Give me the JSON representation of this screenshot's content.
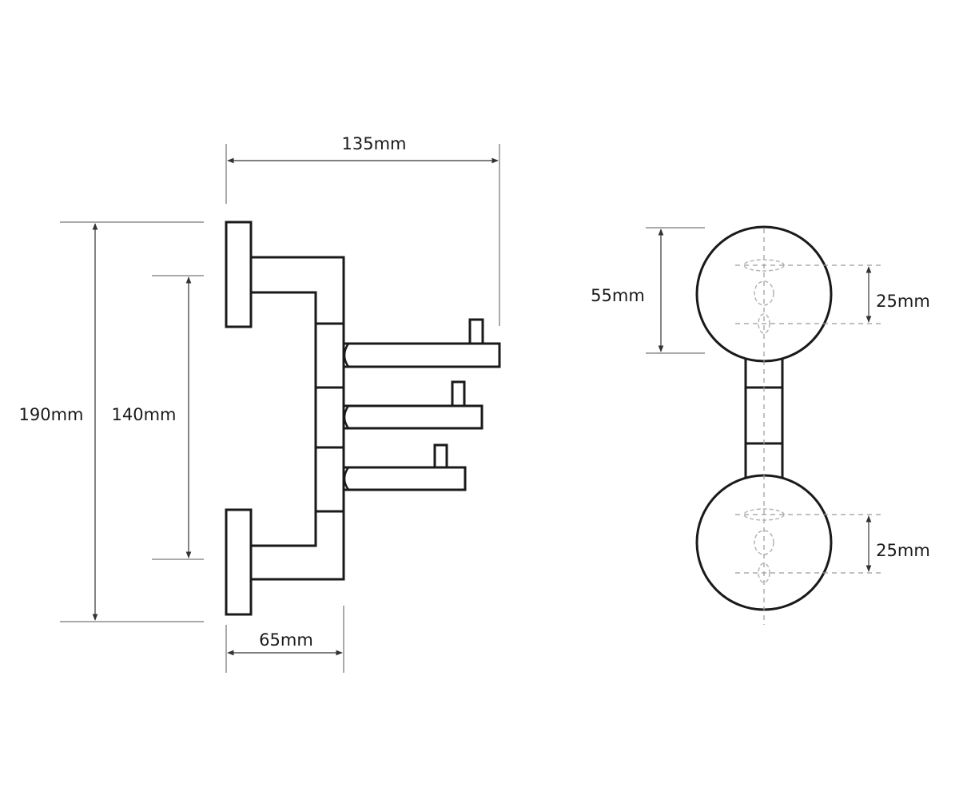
{
  "side_view": {
    "width_overall": "135mm",
    "height_overall": "190mm",
    "mount_spacing": "140mm",
    "wall_to_pivot": "65mm"
  },
  "front_view": {
    "rosette_height": "55mm",
    "upper_hole_spacing": "25mm",
    "lower_hole_spacing": "25mm"
  }
}
